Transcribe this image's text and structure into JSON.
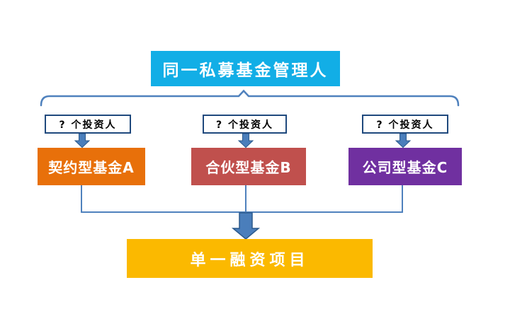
{
  "diagram": {
    "title_node": {
      "label": "同一私募基金管理人"
    },
    "columns": [
      {
        "investors_label": "? 个投资人",
        "fund_label": "契约型基金A",
        "fund_color": "#E8700A"
      },
      {
        "investors_label": "? 个投资人",
        "fund_label": "合伙型基金B",
        "fund_color": "#C0504D"
      },
      {
        "investors_label": "? 个投资人",
        "fund_label": "公司型基金C",
        "fund_color": "#7030A0"
      }
    ],
    "bottom_node": {
      "label": "单一融资项目",
      "color": "#FBB900"
    },
    "colors": {
      "title_fill": "#12AEE6",
      "connector": "#4F81BD",
      "arrow_fill": "#4A7EBB",
      "arrow_border": "#2C5A8C",
      "investor_box_border": "#1F497D",
      "text_on_color": "#FFFFFF",
      "investor_text": "#000000"
    }
  }
}
